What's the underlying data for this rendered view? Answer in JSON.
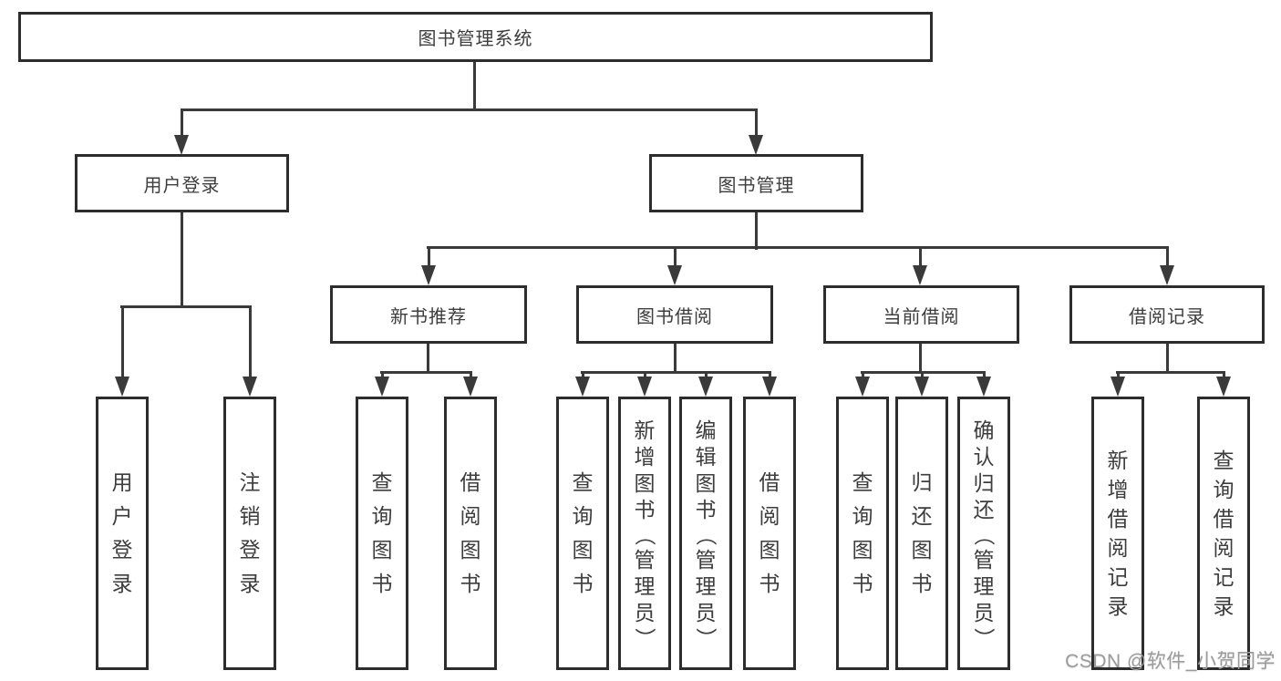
{
  "diagram": {
    "type": "hierarchy",
    "root": {
      "label": "图书管理系统"
    },
    "level2": [
      {
        "label": "用户登录",
        "parent": "图书管理系统"
      },
      {
        "label": "图书管理",
        "parent": "图书管理系统"
      }
    ],
    "level3": [
      {
        "label": "新书推荐",
        "parent": "图书管理"
      },
      {
        "label": "图书借阅",
        "parent": "图书管理"
      },
      {
        "label": "当前借阅",
        "parent": "图书管理"
      },
      {
        "label": "借阅记录",
        "parent": "图书管理"
      }
    ],
    "leaves": [
      {
        "label": "用户登录",
        "parent": "用户登录"
      },
      {
        "label": "注销登录",
        "parent": "用户登录"
      },
      {
        "label": "查询图书",
        "parent": "新书推荐"
      },
      {
        "label": "借阅图书",
        "parent": "新书推荐"
      },
      {
        "label": "查询图书",
        "parent": "图书借阅"
      },
      {
        "label": "新增图书（管理员）",
        "parent": "图书借阅"
      },
      {
        "label": "编辑图书（管理员）",
        "parent": "图书借阅"
      },
      {
        "label": "借阅图书",
        "parent": "图书借阅"
      },
      {
        "label": "查询图书",
        "parent": "当前借阅"
      },
      {
        "label": "归还图书",
        "parent": "当前借阅"
      },
      {
        "label": "确认归还（管理员）",
        "parent": "当前借阅"
      },
      {
        "label": "新增借阅记录",
        "parent": "借阅记录"
      },
      {
        "label": "查询借阅记录",
        "parent": "借阅记录"
      }
    ],
    "watermark": "CSDN @软件_小贺同学",
    "colors": {
      "line": "#3a3a3a",
      "border": "#2d2d2d",
      "fill": "#ffffff",
      "text": "#3d3d3d",
      "watermark": "#9b9b9b"
    }
  }
}
